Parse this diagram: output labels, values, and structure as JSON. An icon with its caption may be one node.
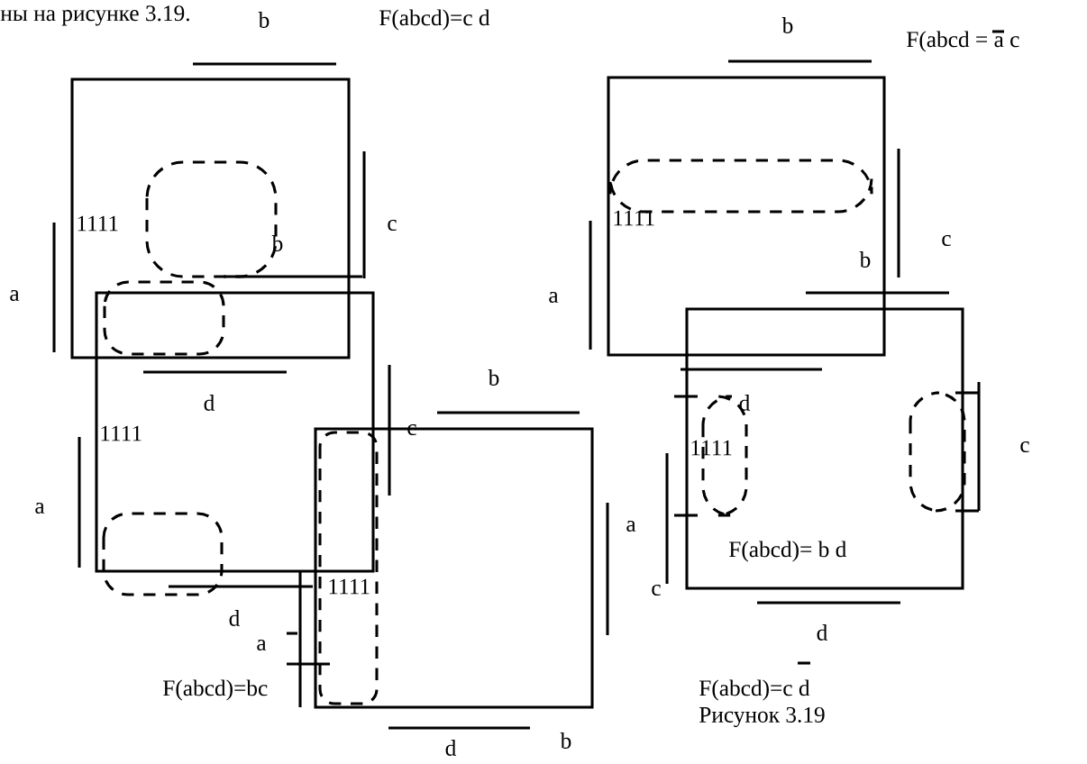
{
  "diagram": {
    "caption": "Рисунок 3.19",
    "labels": [
      "ны на рисунке 3.19.",
      "b",
      "F(abcd)=c d",
      "b",
      "F(abcd = a  c",
      "1111",
      "b",
      "c",
      "1111",
      "c",
      "b",
      "a",
      "a",
      "d",
      "b",
      "d",
      "1111",
      "c",
      "1111",
      "c",
      "a",
      "a",
      "F(abcd)= b d",
      "1111",
      "c",
      "d",
      "d",
      "a",
      "F(abcd)=bc",
      "F(abcd)=c d",
      "d",
      "b"
    ]
  }
}
